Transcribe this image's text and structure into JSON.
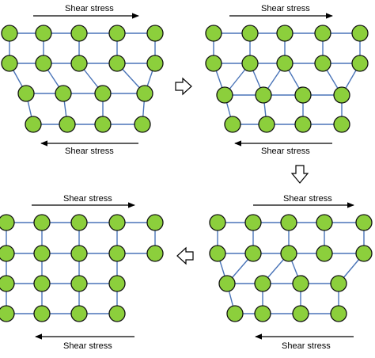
{
  "labels": {
    "shear_stress": "Shear stress"
  },
  "colors": {
    "atom_fill": "#8ccf3c",
    "atom_stroke": "#111111",
    "bond": "#4a74b8",
    "arrow": "#000000",
    "background": "#ffffff"
  },
  "icons": {
    "step_arrow_right": "hollow-arrow-right-icon",
    "step_arrow_down": "hollow-arrow-down-icon",
    "step_arrow_left": "hollow-arrow-left-icon"
  },
  "panels": [
    {
      "id": "panel-1-initial-lattice",
      "top_label": "Shear stress",
      "bottom_label": "Shear stress"
    },
    {
      "id": "panel-2-bond-rearrangement",
      "top_label": "Shear stress",
      "bottom_label": "Shear stress"
    },
    {
      "id": "panel-3-further-slip",
      "top_label": "Shear stress",
      "bottom_label": "Shear stress"
    },
    {
      "id": "panel-4-slipped-lattice",
      "top_label": "Shear stress",
      "bottom_label": "Shear stress"
    }
  ]
}
